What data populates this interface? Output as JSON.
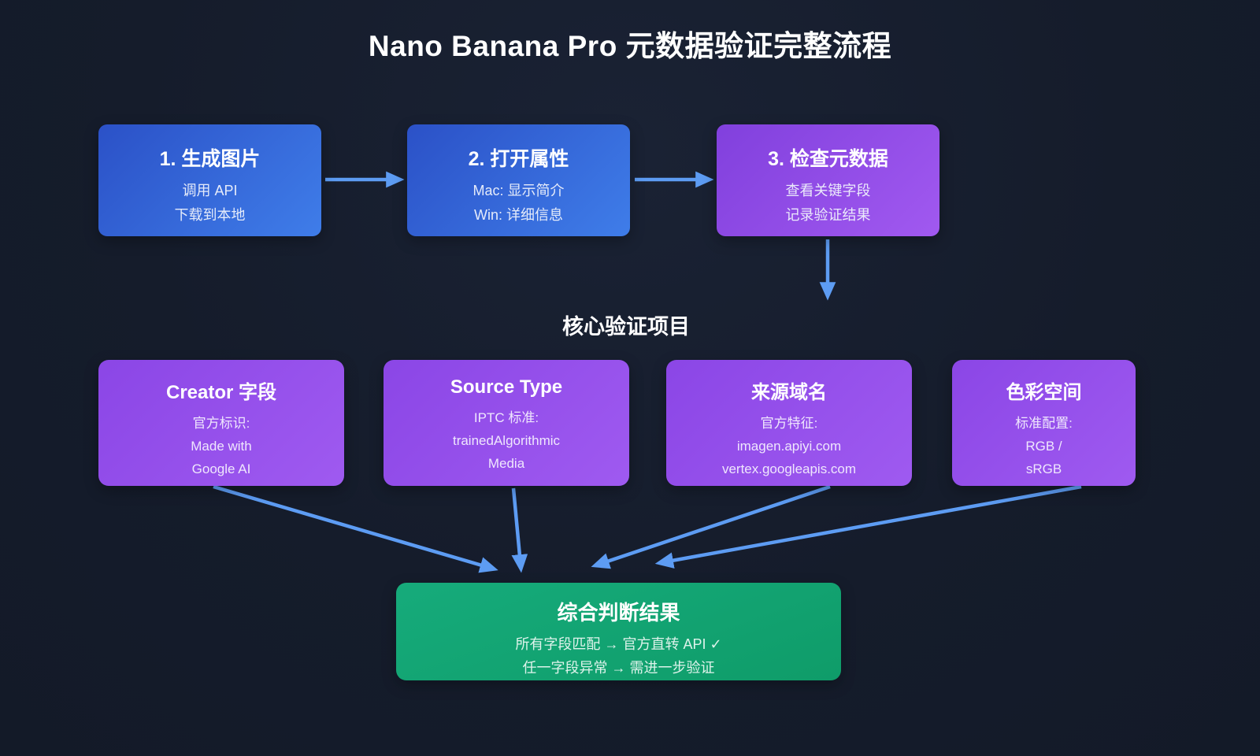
{
  "title": "Nano Banana Pro 元数据验证完整流程",
  "flow_steps": [
    {
      "title": "1. 生成图片",
      "lines": [
        "调用 API",
        "下载到本地"
      ]
    },
    {
      "title": "2. 打开属性",
      "lines": [
        "Mac: 显示简介",
        "Win: 详细信息"
      ]
    },
    {
      "title": "3. 检查元数据",
      "lines": [
        "查看关键字段",
        "记录验证结果"
      ]
    }
  ],
  "section_title": "核心验证项目",
  "verify_items": [
    {
      "title": "Creator 字段",
      "lines": [
        "官方标识:",
        "Made with",
        "Google AI"
      ]
    },
    {
      "title": "Source Type",
      "lines": [
        "IPTC 标准:",
        "trainedAlgorithmic",
        "Media"
      ]
    },
    {
      "title": "来源域名",
      "lines": [
        "官方特征:",
        "imagen.apiyi.com",
        "vertex.googleapis.com"
      ]
    },
    {
      "title": "色彩空间",
      "lines": [
        "标准配置:",
        "RGB /",
        "sRGB"
      ]
    }
  ],
  "result": {
    "title": "综合判断结果",
    "lines": [
      "所有字段匹配 → 官方直转 API ✓",
      "任一字段异常 → 需进一步验证"
    ]
  },
  "colors": {
    "background": "#151c2b",
    "arrow": "#5d9cf3",
    "step_blue_start": "#2b51c7",
    "step_blue_end": "#3f7de9",
    "purple_start": "#8b46e6",
    "purple_end": "#9f5af0",
    "green_start": "#16ab7b",
    "green_end": "#0f9c69"
  }
}
